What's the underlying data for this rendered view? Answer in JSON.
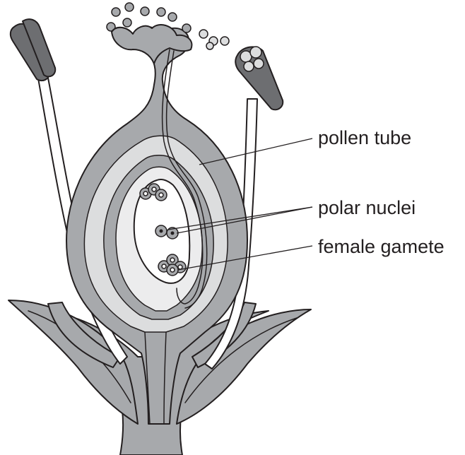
{
  "labels": {
    "pollen_tube": "pollen tube",
    "polar_nuclei": "polar nuclei",
    "female_gamete": "female gamete"
  },
  "colors": {
    "mid_gray": "#a7a9ac",
    "light_gray": "#dcddde",
    "pale_gray": "#ececed",
    "dark_gray": "#6d6e71",
    "outline": "#231f20"
  }
}
